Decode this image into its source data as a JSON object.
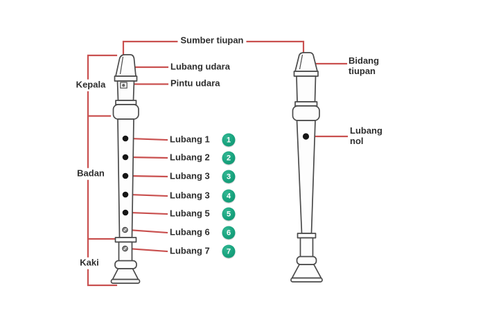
{
  "colors": {
    "connector_red": "#c9504f",
    "badge_green": "#17a27d",
    "outline_gray": "#4a4a4a",
    "label_text": "#2e2e2e",
    "background": "#ffffff"
  },
  "labels": {
    "sumber_tiupan": "Sumber tiupan",
    "lubang_udara": "Lubang udara",
    "pintu_udara": "Pintu udara",
    "bidang_tiupan": "Bidang tiupan",
    "lubang_nol": "Lubang nol"
  },
  "sections": {
    "kepala": "Kepala",
    "badan": "Badan",
    "kaki": "Kaki"
  },
  "holes": [
    {
      "label": "Lubang 1",
      "badge": "1"
    },
    {
      "label": "Lubang 2",
      "badge": "2"
    },
    {
      "label": "Lubang 3",
      "badge": "3"
    },
    {
      "label": "Lubang 3",
      "badge": "4"
    },
    {
      "label": "Lubang 5",
      "badge": "5"
    },
    {
      "label": "Lubang 6",
      "badge": "6"
    },
    {
      "label": "Lubang 7",
      "badge": "7"
    }
  ]
}
